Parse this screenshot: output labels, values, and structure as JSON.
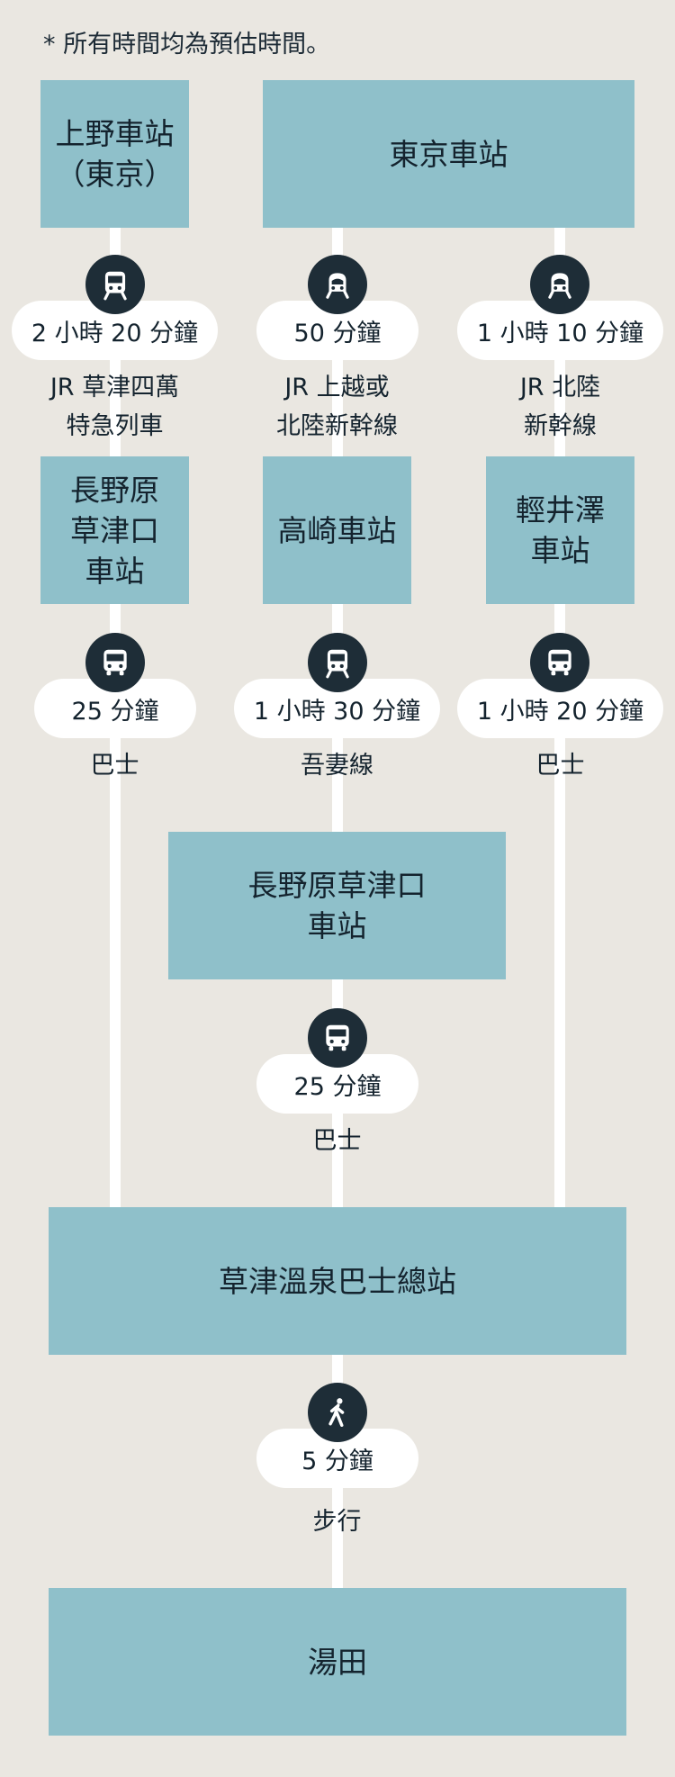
{
  "note": "* 所有時間均為預估時間。",
  "stations": {
    "ueno": "上野車站\n（東京）",
    "tokyo": "東京車站",
    "naganohara_top": "長野原\n草津口\n車站",
    "takasaki": "高崎車站",
    "karuizawa": "輕井澤\n車站",
    "naganohara_mid": "長野原草津口\n車站",
    "kusatsu_bus": "草津溫泉巴士總站",
    "yubatake": "湯田"
  },
  "routes": {
    "ueno_naganohara": {
      "time": "2 小時 20 分鐘",
      "mode": "JR 草津四萬\n特急列車",
      "icon": "train-icon"
    },
    "tokyo_takasaki": {
      "time": "50 分鐘",
      "mode": "JR 上越或\n北陸新幹線",
      "icon": "bullet-train-icon"
    },
    "tokyo_karuizawa": {
      "time": "1 小時 10 分鐘",
      "mode": "JR 北陸\n新幹線",
      "icon": "bullet-train-icon"
    },
    "naganohara_kusatsu": {
      "time": "25 分鐘",
      "mode": "巴士",
      "icon": "bus-icon"
    },
    "takasaki_naganohara": {
      "time": "1 小時  30 分鐘",
      "mode": "吾妻線",
      "icon": "train-icon"
    },
    "karuizawa_kusatsu": {
      "time": "1 小時 20 分鐘",
      "mode": "巴士",
      "icon": "bus-icon"
    },
    "naganohara_mid_kusatsu": {
      "time": "25 分鐘",
      "mode": "巴士",
      "icon": "bus-icon"
    },
    "kusatsu_yubatake": {
      "time": "5 分鐘",
      "mode": "步行",
      "icon": "walk-icon"
    }
  },
  "colors": {
    "background": "#eae7e1",
    "station": "#8fc0ca",
    "icon_circle": "#1e2d37",
    "line": "#ffffff"
  }
}
